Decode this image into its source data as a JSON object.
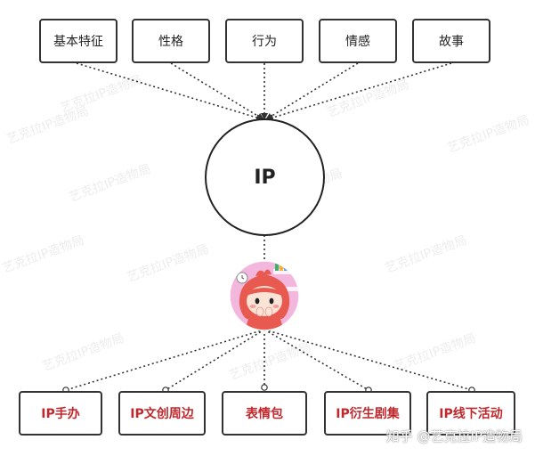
{
  "diagram": {
    "top_boxes": [
      "基本特征",
      "性格",
      "行为",
      "情感",
      "故事"
    ],
    "center_label": "IP",
    "bottom_boxes": [
      "IP手办",
      "IP文创周边",
      "表情包",
      "IP衍生剧集",
      "IP线下活动"
    ],
    "mascot_icon": "red-haired-mascot-avatar"
  },
  "watermark": "艺克拉IP造物局",
  "footer": "知乎 @艺克拉IP造物局",
  "colors": {
    "line": "#333333",
    "bottom_text": "#c0282d",
    "avatar_bg": "#f3b6dc",
    "mascot_hair": "#e85a4f"
  }
}
